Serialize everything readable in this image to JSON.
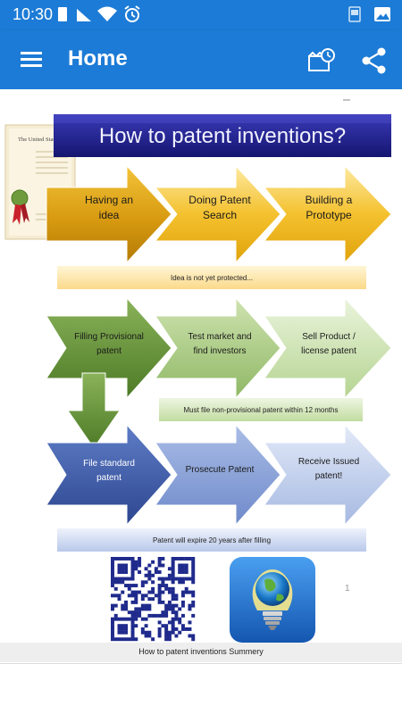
{
  "status_bar": {
    "time": "10:30",
    "icons": [
      "sim-card-icon",
      "signal-icon",
      "wifi-icon",
      "alarm-icon",
      "notification-icon",
      "image-icon"
    ]
  },
  "app_bar": {
    "title": "Home",
    "menu_icon": "hamburger-menu-icon",
    "actions": [
      "alarm-clock-action-icon",
      "share-icon"
    ]
  },
  "infographic": {
    "title": "How to patent inventions?",
    "row1": {
      "steps": [
        "Having an idea",
        "Doing Patent Search",
        "Building a Prototype"
      ],
      "note": "Idea is not yet protected..."
    },
    "row2": {
      "steps": [
        "Filling Provisional patent",
        "Test market and find investors",
        "Sell Product / license patent"
      ],
      "note": "Must file non-provisional patent within 12 months"
    },
    "row3": {
      "steps": [
        "File standard patent",
        "Prosecute Patent",
        "Receive Issued patent!"
      ],
      "note": "Patent will expire 20 years after filling"
    },
    "certificate_text": "The United States of America",
    "qr_icon": "qr-code-icon",
    "app_icon": "globe-lightbulb-icon",
    "page_marker": "1"
  },
  "caption": "How to patent inventions Summery",
  "colors": {
    "primary": "#1c7bd6",
    "title_bg": "#1c1c8c",
    "yellow": "#f2b516",
    "green": "#6b9a3a",
    "blue": "#4a6ab8"
  }
}
